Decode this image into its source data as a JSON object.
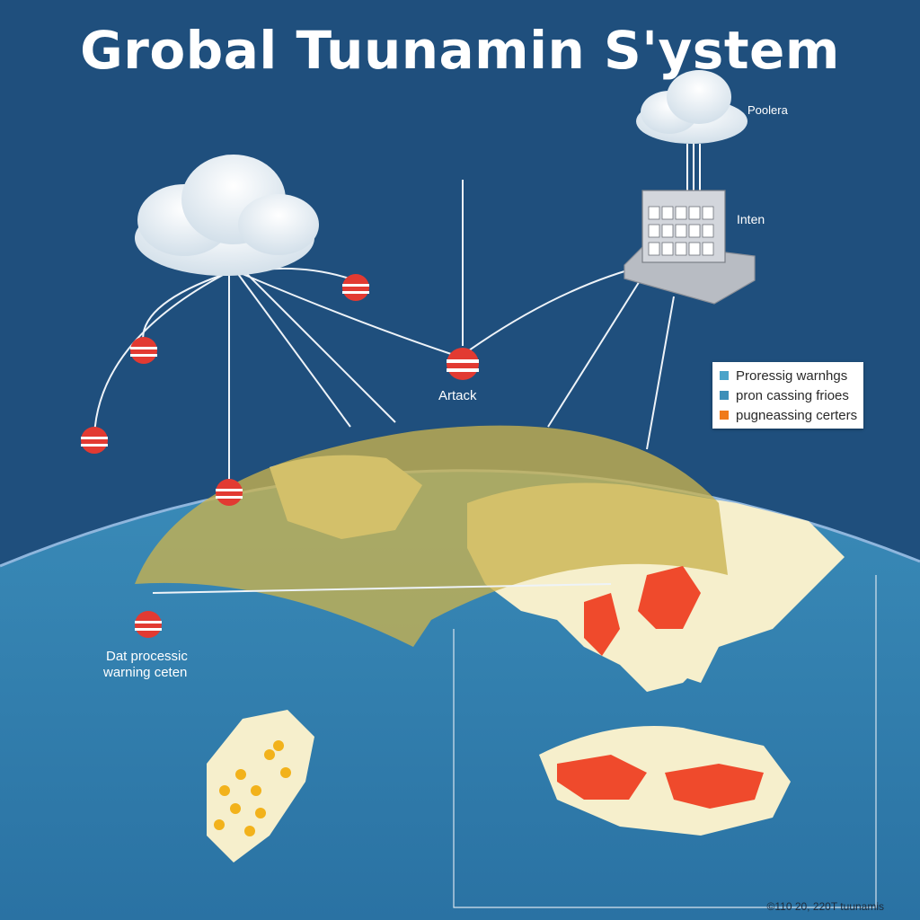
{
  "title": "Grobal Tuunamin S'ystem",
  "labels": {
    "cloud_right": "Poolera",
    "station": "Inten",
    "center_buoy": "Artack",
    "left_center_line1": "Dat processic",
    "left_center_line2": "warning ceten"
  },
  "legend": {
    "items": [
      {
        "label": "Proressig warnhgs",
        "color": "#4aa3c9"
      },
      {
        "label": "pron cassing frioes",
        "color": "#3d8fb8"
      },
      {
        "label": "pugneassing certers",
        "color": "#f07a1a"
      }
    ]
  },
  "copyright": "©110 20, 220T tuunamis",
  "colors": {
    "background": "#1f4f7d",
    "ocean": "#2f7fae",
    "land": "#f6efcc",
    "coverage": "#c9b24e",
    "hazard": "#ef4a2c",
    "buoy": "#e23a32"
  },
  "icons": [
    "cloud-icon",
    "buoy-icon",
    "control-station-icon"
  ]
}
